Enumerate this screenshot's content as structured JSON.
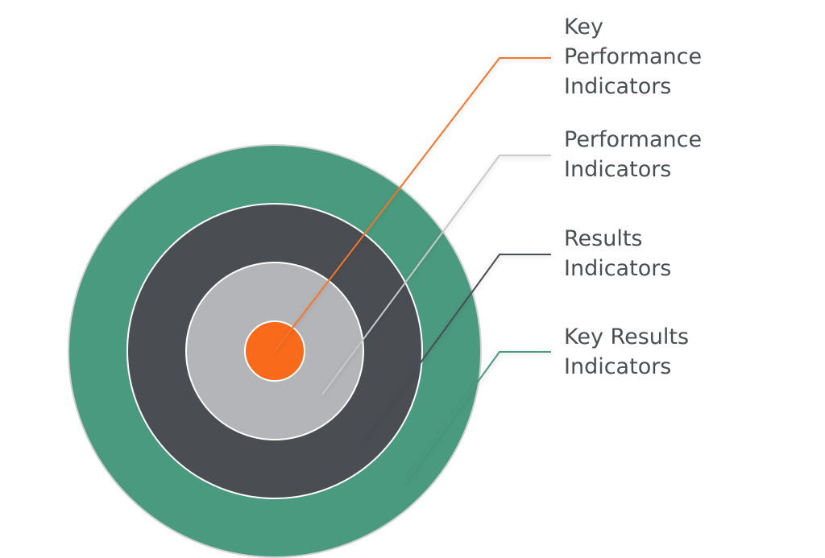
{
  "diagram": {
    "rings": [
      {
        "id": "key-results-indicators",
        "color": "#4a9a7f"
      },
      {
        "id": "results-indicators",
        "color": "#4a4e52"
      },
      {
        "id": "performance-indicators",
        "color": "#b4b5b8"
      },
      {
        "id": "key-performance-indicators",
        "color": "#f96a1b"
      }
    ],
    "labels": {
      "kpi": {
        "line1": "Key",
        "line2": "Performance",
        "line3": "Indicators",
        "leader_color": "#f5742b"
      },
      "pi": {
        "line1": "Performance",
        "line2": "Indicators",
        "leader_color": "#c8c9cb"
      },
      "ri": {
        "line1": "Results",
        "line2": "Indicators",
        "leader_color": "#4a4e52"
      },
      "kri": {
        "line1": "Key Results",
        "line2": "Indicators",
        "leader_color": "#4a9a7f"
      }
    }
  }
}
